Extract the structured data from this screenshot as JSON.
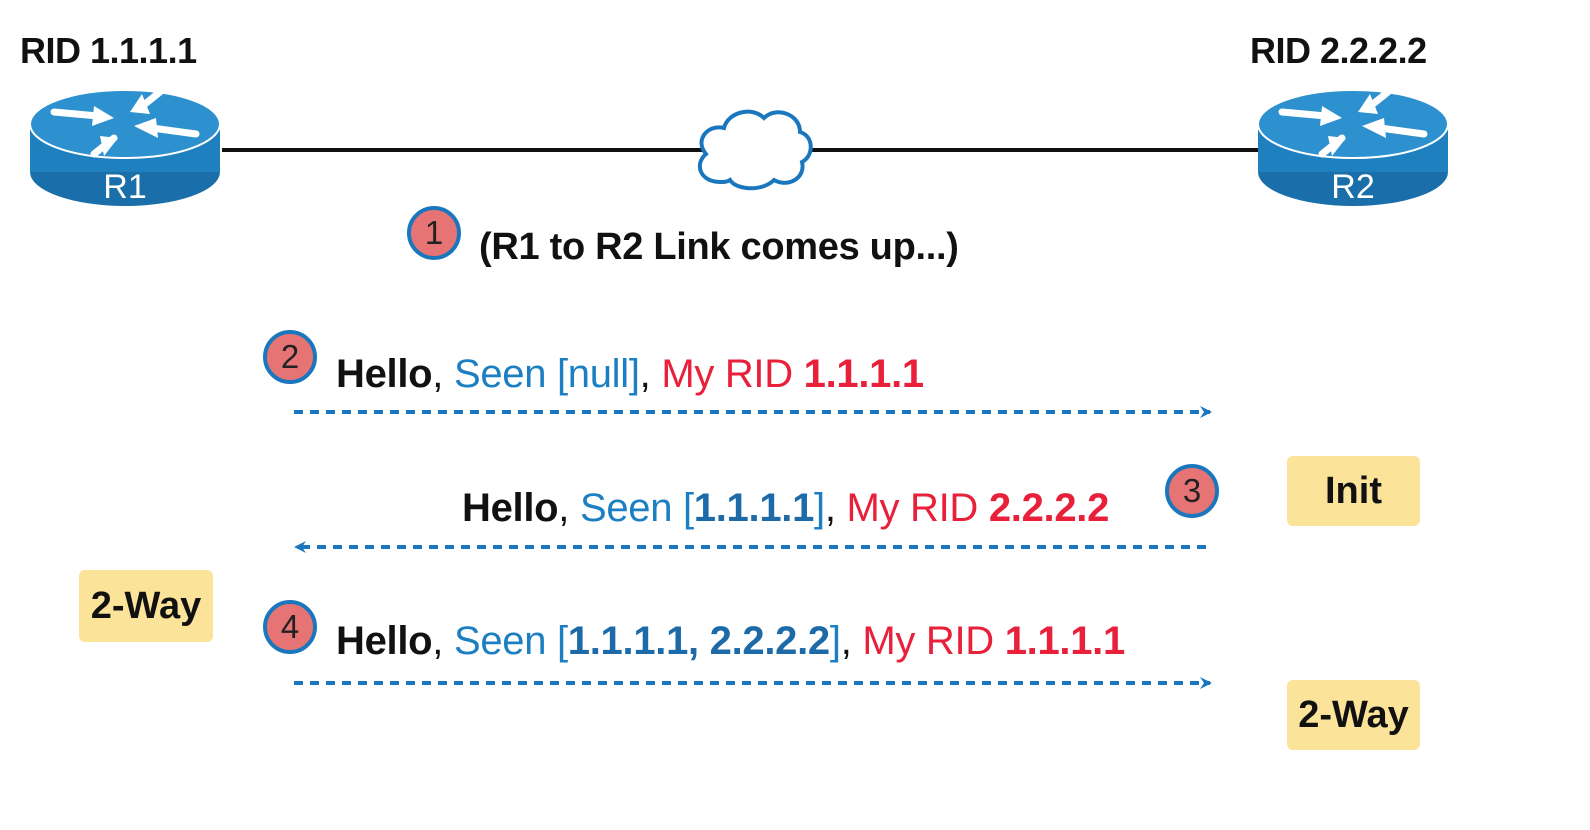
{
  "routers": {
    "r1": {
      "rid": "RID 1.1.1.1",
      "name": "R1"
    },
    "r2": {
      "rid": "RID 2.2.2.2",
      "name": "R2"
    }
  },
  "link_event": {
    "step": "1",
    "text": "(R1 to R2 Link comes up...)"
  },
  "messages": [
    {
      "step": "2",
      "hello": "Hello",
      "sep1": ",",
      "seen_label": " Seen [null]",
      "seen_values": "",
      "seen_close": "",
      "sep2": ",",
      "myrid_label": " My RID ",
      "myrid_value": "1.1.1.1",
      "direction": "R1 to R2"
    },
    {
      "step": "3",
      "hello": "Hello",
      "sep1": ",",
      "seen_label": " Seen [",
      "seen_values": "1.1.1.1",
      "seen_close": "]",
      "sep2": ",",
      "myrid_label": " My RID ",
      "myrid_value": "2.2.2.2",
      "direction": "R2 to R1"
    },
    {
      "step": "4",
      "hello": "Hello",
      "sep1": ",",
      "seen_label": " Seen [",
      "seen_values": "1.1.1.1, 2.2.2.2",
      "seen_close": "]",
      "sep2": ",",
      "myrid_label": " My RID ",
      "myrid_value": "1.1.1.1",
      "direction": "R1 to R2"
    }
  ],
  "states": {
    "r2_init": "Init",
    "r1_two_way": "2-Way",
    "r2_two_way": "2-Way"
  },
  "colors": {
    "router_body": "#1f80c0",
    "arrow": "#1a77bd",
    "badge": "#e77474",
    "state_bg": "#fce39a",
    "seen_text": "#1c7fc2",
    "rid_text": "#e8203a"
  }
}
